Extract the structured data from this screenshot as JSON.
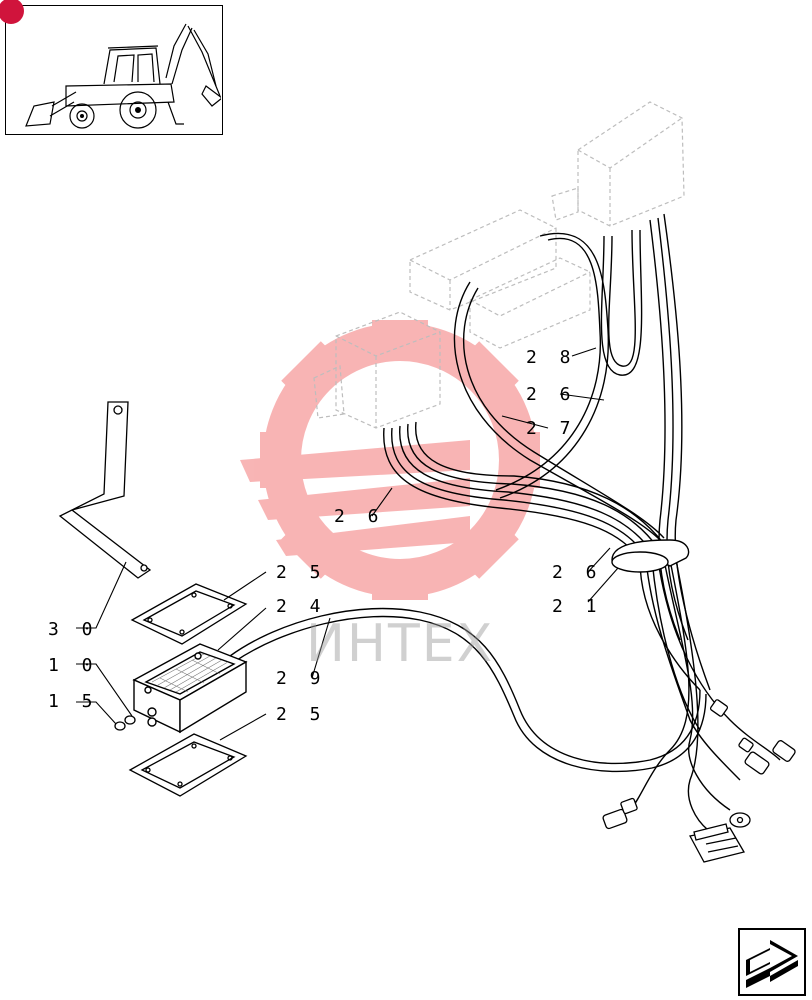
{
  "thumbnail": {
    "icon": "backhoe-loader-icon",
    "badge_color": "#d0143c"
  },
  "watermark": {
    "text": "ИНТЕХ",
    "color": "#f06060",
    "icon": "gear-logo-icon"
  },
  "callouts": [
    {
      "id": "c28",
      "text": "2 8"
    },
    {
      "id": "c26a",
      "text": "2 6"
    },
    {
      "id": "c27",
      "text": "2 7"
    },
    {
      "id": "c26b",
      "text": "2 6"
    },
    {
      "id": "c26c",
      "text": "2 6"
    },
    {
      "id": "c21",
      "text": "2 1"
    },
    {
      "id": "c25a",
      "text": "2 5"
    },
    {
      "id": "c24",
      "text": "2 4"
    },
    {
      "id": "c30",
      "text": "3 0"
    },
    {
      "id": "c10",
      "text": "1 0"
    },
    {
      "id": "c29",
      "text": "2 9"
    },
    {
      "id": "c15",
      "text": "1 5"
    },
    {
      "id": "c25b",
      "text": "2 5"
    }
  ],
  "nav": {
    "icon": "next-page-arrow-icon"
  }
}
